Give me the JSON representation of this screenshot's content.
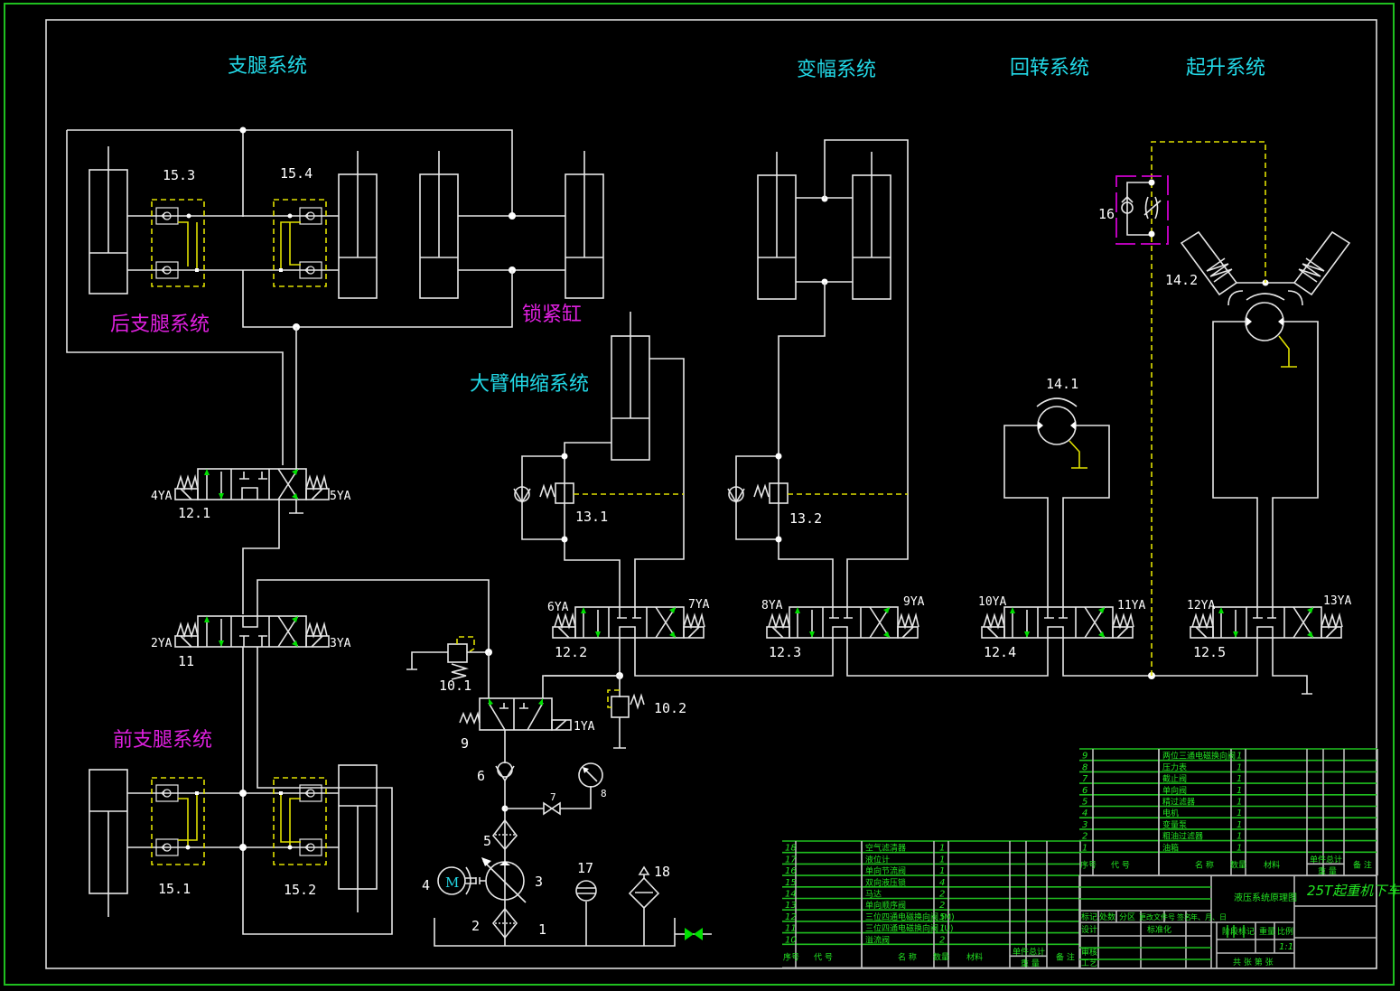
{
  "drawing": {
    "title": "25T起重机下车",
    "subtitle": "液压系统原理图",
    "scale": "1:1",
    "sheet_text": "共 张 第 张"
  },
  "systems": {
    "outrigger": "支腿系统",
    "luffing": "变幅系统",
    "slewing": "回转系统",
    "hoisting": "起升系统",
    "rear_outrigger": "后支腿系统",
    "front_outrigger": "前支腿系统",
    "lock_cylinder": "锁紧缸",
    "boom_telescoping": "大臂伸缩系统"
  },
  "component_labels": {
    "c15_3": "15.3",
    "c15_4": "15.4",
    "c15_1": "15.1",
    "c15_2": "15.2",
    "c12_1": "12.1",
    "c11": "11",
    "c12_2": "12.2",
    "c12_3": "12.3",
    "c12_4": "12.4",
    "c12_5": "12.5",
    "c13_1": "13.1",
    "c13_2": "13.2",
    "c14_1": "14.1",
    "c14_2": "14.2",
    "c10_1": "10.1",
    "c10_2": "10.2",
    "c16": "16",
    "c9": "9",
    "c1": "1",
    "c2": "2",
    "c3": "3",
    "c4": "4",
    "c5": "5",
    "c6": "6",
    "c7": "7",
    "c8": "8",
    "c17": "17",
    "c18": "18",
    "motor_letter": "M"
  },
  "solenoids": {
    "s1": "1YA",
    "s2": "2YA",
    "s3": "3YA",
    "s4": "4YA",
    "s5": "5YA",
    "s6": "6YA",
    "s7": "7YA",
    "s8": "8YA",
    "s9": "9YA",
    "s10": "10YA",
    "s11": "11YA",
    "s12": "12YA",
    "s13": "13YA"
  },
  "parts_table_right": {
    "rows": [
      {
        "no": "9",
        "name": "两位三通电磁换向阀",
        "qty": "1"
      },
      {
        "no": "8",
        "name": "压力表",
        "qty": "1"
      },
      {
        "no": "7",
        "name": "截止阀",
        "qty": "1"
      },
      {
        "no": "6",
        "name": "单向阀",
        "qty": "1"
      },
      {
        "no": "5",
        "name": "精过滤器",
        "qty": "1"
      },
      {
        "no": "4",
        "name": "电机",
        "qty": "1"
      },
      {
        "no": "3",
        "name": "变量泵",
        "qty": "1"
      },
      {
        "no": "2",
        "name": "粗油过滤器",
        "qty": "1"
      },
      {
        "no": "1",
        "name": "油箱",
        "qty": "1"
      }
    ]
  },
  "parts_table_left": {
    "rows": [
      {
        "no": "18",
        "name": "空气滤清器",
        "qty": "1"
      },
      {
        "no": "17",
        "name": "液位计",
        "qty": "1"
      },
      {
        "no": "16",
        "name": "单向节流阀",
        "qty": "1"
      },
      {
        "no": "15",
        "name": "双向液压锁",
        "qty": "4"
      },
      {
        "no": "14",
        "name": "马达",
        "qty": "2"
      },
      {
        "no": "13",
        "name": "单向顺序阀",
        "qty": "2"
      },
      {
        "no": "12",
        "name": "三位四通电磁换向阀 (M)",
        "qty": "5"
      },
      {
        "no": "11",
        "name": "三位四通电磁换向阀 (U)",
        "qty": "1"
      },
      {
        "no": "10",
        "name": "溢流阀",
        "qty": "2"
      }
    ]
  },
  "table_headers": {
    "no": "序号",
    "code": "代 号",
    "name": "名 称",
    "qty": "数量",
    "material": "材料",
    "unit": "单件",
    "total": "总计",
    "weight": "重 量",
    "remark": "备 注"
  },
  "title_block": {
    "mark": "标记",
    "count": "处数",
    "zone": "分区",
    "change_doc": "更改文件号",
    "sign": "签名",
    "date": "年、月、日",
    "design": "设计",
    "standard": "标准化",
    "check": "审核",
    "process": "工艺",
    "stage": "阶段标记",
    "weight": "重量",
    "ratio": "比例"
  }
}
